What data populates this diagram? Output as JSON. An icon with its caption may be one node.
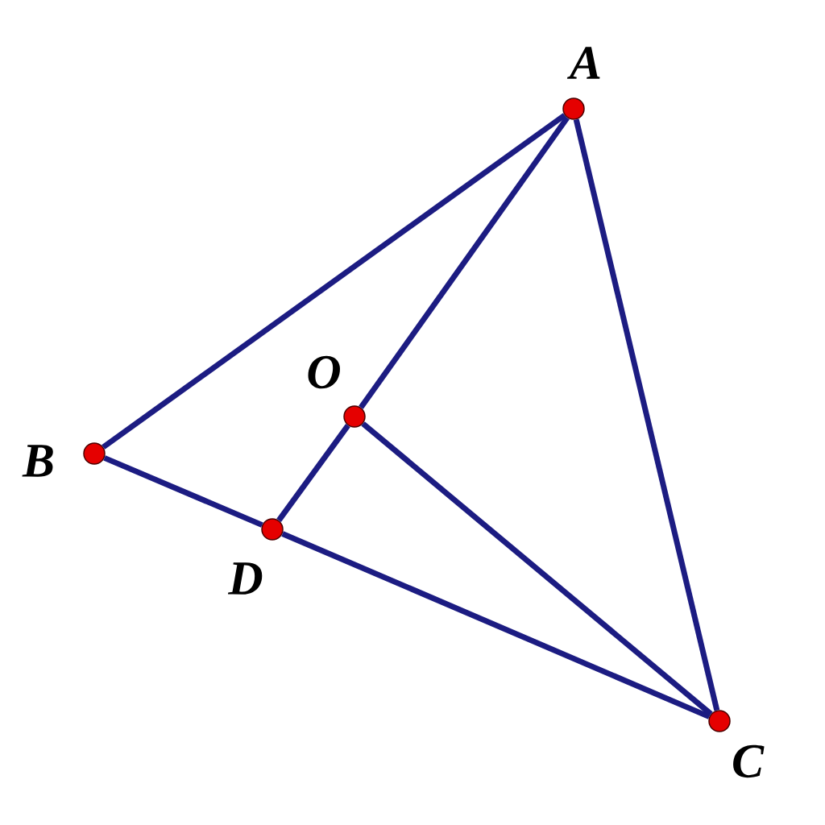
{
  "diagram": {
    "nodes": [
      {
        "text": [
          "A"
        ]
      },
      {
        "text": [
          "B"
        ]
      },
      {
        "text": [
          "C"
        ]
      },
      {
        "text": [
          "D"
        ]
      },
      {
        "text": [
          "O"
        ]
      }
    ],
    "edges": [
      {
        "from": 0,
        "to": 1,
        "arrow": "none"
      },
      {
        "from": 0,
        "to": 4,
        "arrow": "none"
      },
      {
        "from": 0,
        "to": 2,
        "arrow": "none"
      },
      {
        "from": 1,
        "to": 3,
        "arrow": "none"
      },
      {
        "from": 3,
        "to": 2,
        "arrow": "none"
      },
      {
        "from": 3,
        "to": 4,
        "arrow": "none"
      },
      {
        "from": 4,
        "to": 2,
        "arrow": "none"
      }
    ]
  }
}
